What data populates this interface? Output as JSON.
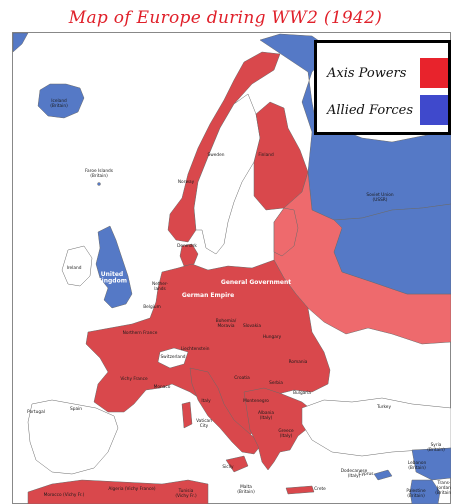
{
  "title": "Map of Europe during WW2 (1942)",
  "legend": {
    "axis_label": "Axis Powers",
    "allied_label": "Allied Forces",
    "axis_color": "#e8232c",
    "allied_color": "#3f49cc"
  },
  "colors": {
    "axis_territory": "#d9484c",
    "occupied_territory": "#ee6a6d",
    "allied_territory": "#5579c6",
    "neutral_territory": "#ffffff",
    "sea": "#ffffff",
    "border": "#6a6a6a"
  },
  "labels": {
    "iceland": [
      "Iceland",
      "(Britain)"
    ],
    "faroe": [
      "Faroe Islands",
      "(Britain)"
    ],
    "sweden": "Sweden",
    "finland": "Finland",
    "norway": "Norway",
    "soviet": [
      "Soviet Union",
      "(USSR)"
    ],
    "denmark": "Denmark",
    "ireland": "Ireland",
    "uk": [
      "United",
      "Kingdom"
    ],
    "netherlands": [
      "Nether-",
      "lands"
    ],
    "general_government": "General Government",
    "german_empire": "German Empire",
    "belgium": "Belgium",
    "bohemia": [
      "Bohemia/",
      "Moravia"
    ],
    "slovakia": "Slovakia",
    "northern_france": "Northern France",
    "hungary": "Hungary",
    "liechtenstein": "Liechtenstein",
    "switzerland": "Switzerland",
    "romania": "Romania",
    "vichy_france": "Vichy France",
    "monaco": "Monaco",
    "croatia": "Croatia",
    "serbia": "Serbia",
    "bulgaria": "Bulgaria",
    "portugal": "Portugal",
    "spain": "Spain",
    "italy": "Italy",
    "montenegro": "Montenegro",
    "albania": [
      "Albania",
      "(Italy)"
    ],
    "vatican": [
      "Vatican",
      "City"
    ],
    "greece": [
      "Greece",
      "(Italy)"
    ],
    "turkey": "Turkey",
    "syria": [
      "Syria",
      "(Britain)"
    ],
    "sicily": "Sicily",
    "dodecanese": [
      "Dodecanese",
      "(Italy)"
    ],
    "cyprus": "Cyprus",
    "lebanon": [
      "Lebanon",
      "(Britain)"
    ],
    "malta": [
      "Malta",
      "(Britain)"
    ],
    "crete": "Crete",
    "morocco": "Morocco (Vichy Fr.)",
    "algeria": "Algeria (Vichy France)",
    "tunisia": [
      "Tunisia",
      "(Vichy Fr.)"
    ],
    "palestine": [
      "Palestine",
      "(Britain)"
    ],
    "transjordan": [
      "Trans-",
      "Jordan",
      "(Britain)"
    ]
  }
}
